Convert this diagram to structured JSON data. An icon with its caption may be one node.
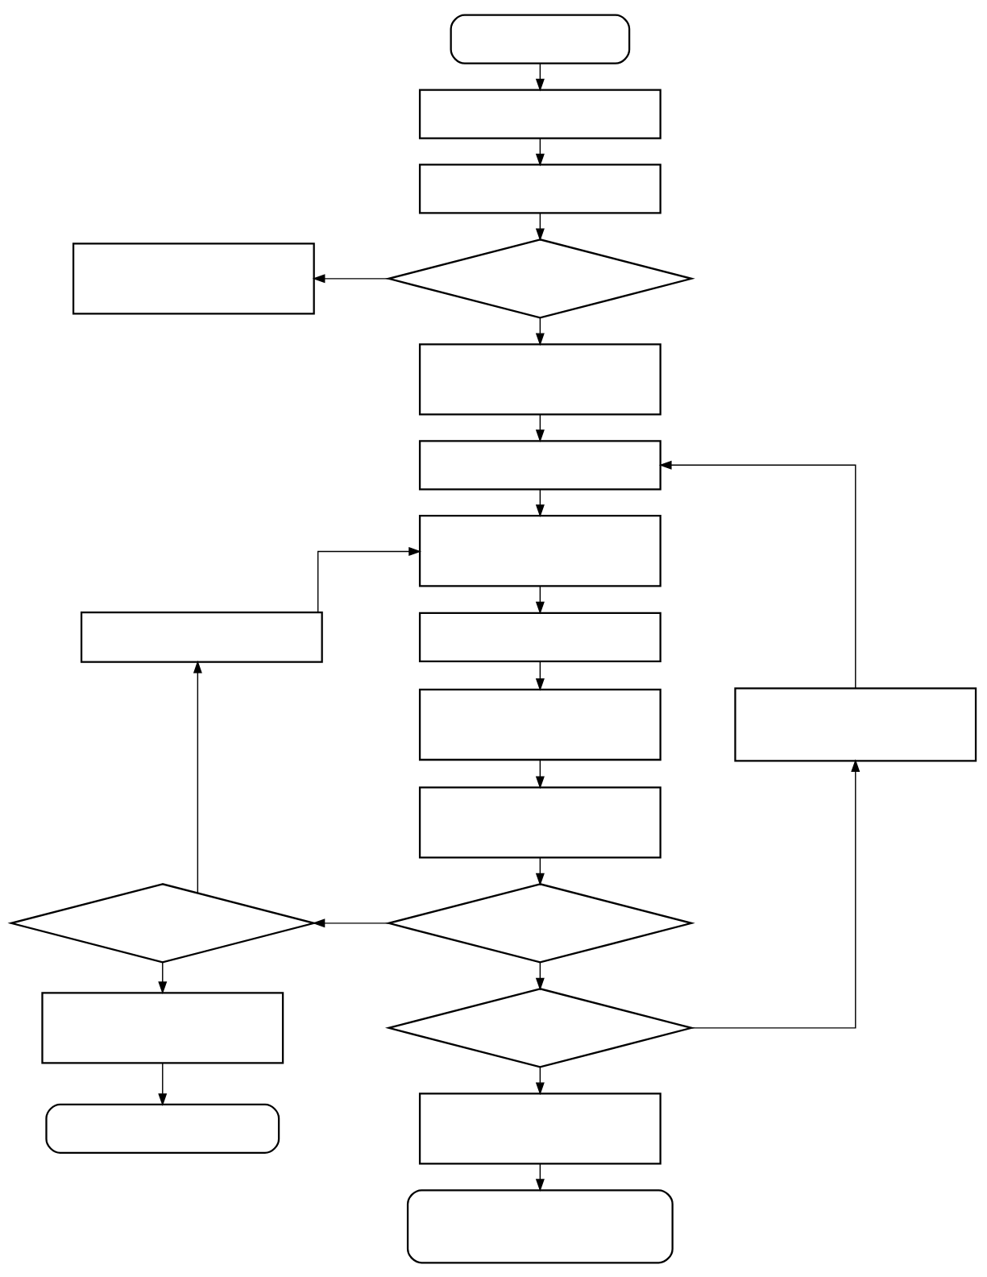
{
  "diagram": {
    "nodes": [
      {
        "text": [],
        "shape": "oval"
      },
      {
        "text": [],
        "shape": "box"
      },
      {
        "text": [],
        "shape": "box"
      },
      {
        "text": [],
        "shape": "box"
      },
      {
        "text": [],
        "shape": "diamond"
      },
      {
        "text": [],
        "shape": "box"
      },
      {
        "text": [],
        "shape": "box"
      },
      {
        "text": [],
        "shape": "box"
      },
      {
        "text": [],
        "shape": "box"
      },
      {
        "text": [],
        "shape": "box"
      },
      {
        "text": [],
        "shape": "box"
      },
      {
        "text": [],
        "shape": "box"
      },
      {
        "text": [],
        "shape": "box"
      },
      {
        "text": [],
        "shape": "diamond"
      },
      {
        "text": [],
        "shape": "diamond"
      },
      {
        "text": [],
        "shape": "diamond"
      },
      {
        "text": [],
        "shape": "box"
      },
      {
        "text": [],
        "shape": "oval"
      },
      {
        "text": [],
        "shape": "box"
      },
      {
        "text": [],
        "shape": "oval"
      }
    ],
    "edges": [
      {
        "from": 0,
        "to": 1,
        "arrow": "to"
      },
      {
        "from": 1,
        "to": 2,
        "arrow": "to"
      },
      {
        "from": 2,
        "to": 4,
        "arrow": "to"
      },
      {
        "from": 4,
        "to": 3,
        "arrow": "to"
      },
      {
        "from": 4,
        "to": 5,
        "arrow": "to"
      },
      {
        "from": 5,
        "to": 6,
        "arrow": "to"
      },
      {
        "from": 6,
        "to": 7,
        "arrow": "to"
      },
      {
        "from": 7,
        "to": 9,
        "arrow": "to"
      },
      {
        "from": 9,
        "to": 11,
        "arrow": "to"
      },
      {
        "from": 11,
        "to": 12,
        "arrow": "to"
      },
      {
        "from": 12,
        "to": 14,
        "arrow": "to"
      },
      {
        "from": 14,
        "to": 13,
        "arrow": "to"
      },
      {
        "from": 13,
        "to": 8,
        "arrow": "to"
      },
      {
        "from": 8,
        "to": 7,
        "arrow": "to"
      },
      {
        "from": 14,
        "to": 15,
        "arrow": "to"
      },
      {
        "from": 15,
        "to": 10,
        "arrow": "to"
      },
      {
        "from": 10,
        "to": 6,
        "arrow": "to"
      },
      {
        "from": 15,
        "to": 18,
        "arrow": "to"
      },
      {
        "from": 18,
        "to": 19,
        "arrow": "to"
      },
      {
        "from": 13,
        "to": 16,
        "arrow": "to"
      },
      {
        "from": 16,
        "to": 17,
        "arrow": "to"
      }
    ]
  }
}
